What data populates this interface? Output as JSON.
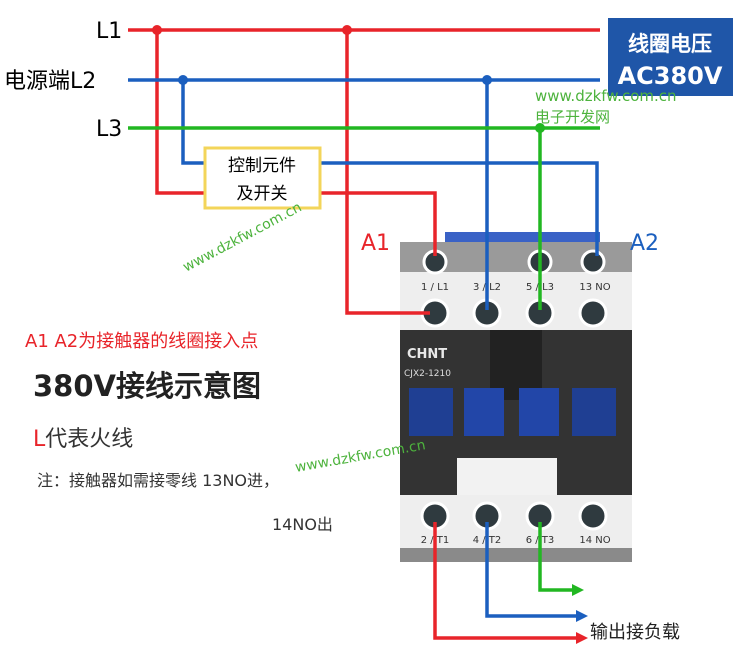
{
  "source_labels": {
    "l1": "L1",
    "l2": "电源端L2",
    "l3": "L3"
  },
  "control_box": {
    "line1": "控制元件",
    "line2": "及开关"
  },
  "coil_voltage": {
    "line1": "线圈电压",
    "line2": "AC380V"
  },
  "watermarks": {
    "site": "www.dzkfw.com.cn",
    "name": "电子开发网"
  },
  "coil_labels": {
    "a1": "A1",
    "a2": "A2"
  },
  "contactor": {
    "brand": "CHNT",
    "model": "CJX2-1210",
    "top_terminals": [
      "1 / L1",
      "3 / L2",
      "5 / L3",
      "13 NO"
    ],
    "bottom_terminals": [
      "2 / T1",
      "4 / T2",
      "6 / T3",
      "14 NO"
    ]
  },
  "notes": {
    "coil_note": "A1  A2为接触器的线圈接入点",
    "title": "380V接线示意图",
    "l_letter": "L",
    "l_meaning": "代表火线",
    "note_line1": "注：接触器如需接零线 13NO进，",
    "note_line2": "14NO出"
  },
  "output_label": "输出接负载",
  "colors": {
    "l1": "#e8242a",
    "l2": "#1b5fbf",
    "l3": "#22b722",
    "box": "#1f56a8",
    "watermark": "#4db33d"
  }
}
